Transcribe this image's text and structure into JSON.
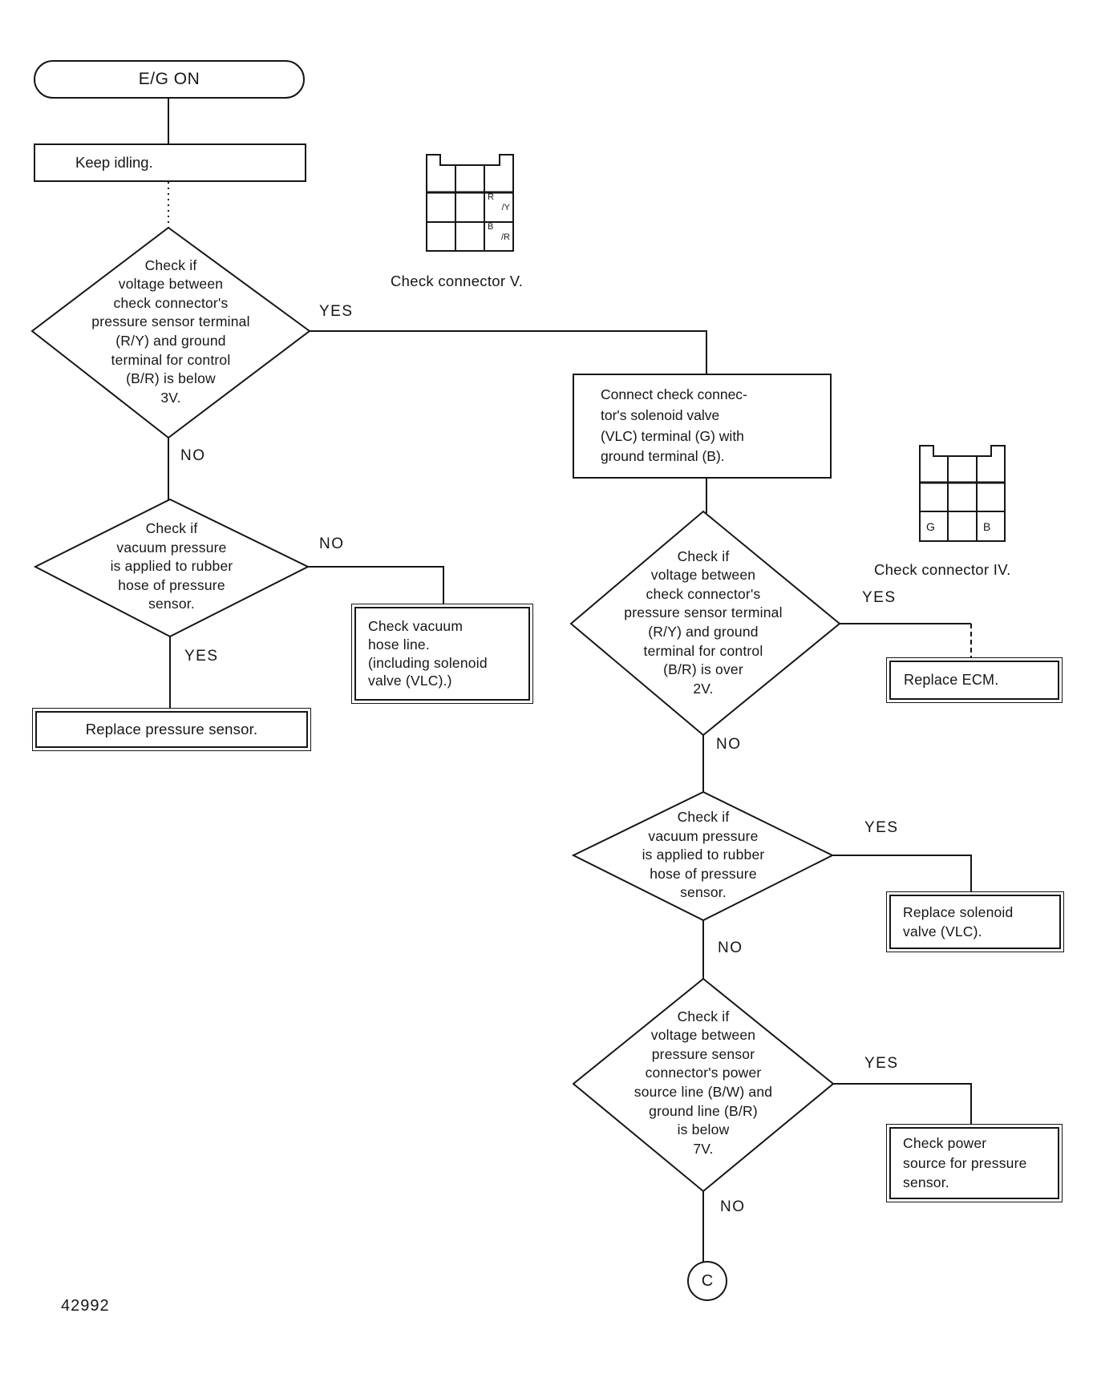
{
  "figure_number": "42992",
  "labels": {
    "yes": "YES",
    "no": "NO"
  },
  "nodes": {
    "start": "E/G ON",
    "keep_idling": "Keep idling.",
    "d_voltage_below_3v": "Check if\nvoltage between\ncheck connector's\npressure sensor terminal\n(R/Y) and ground\nterminal for control\n(B/R) is below\n3V.",
    "d_vacuum_left": "Check if\nvacuum pressure\nis applied to rubber\nhose of pressure\nsensor.",
    "box_check_vacuum_hose": "Check vacuum\nhose line.\n(including solenoid\nvalve (VLC).)",
    "box_replace_pressure_sensor": "Replace pressure sensor.",
    "box_connect_check_connector": "Connect check connec-\ntor's solenoid valve\n(VLC) terminal (G) with\nground terminal (B).",
    "d_voltage_over_2v": "Check if\nvoltage between\ncheck connector's\npressure sensor terminal\n(R/Y) and ground\nterminal for control\n(B/R) is over\n2V.",
    "box_replace_ecm": "Replace ECM.",
    "d_vacuum_right": "Check if\nvacuum pressure\nis applied to rubber\nhose of pressure\nsensor.",
    "box_replace_solenoid": "Replace solenoid\nvalve (VLC).",
    "d_voltage_below_7v": "Check if\nvoltage between\npressure sensor\nconnector's power\nsource line (B/W) and\nground line (B/R)\nis below\n7V.",
    "box_check_power": "Check power\nsource for pressure\nsensor.",
    "offpage_connector": "C"
  },
  "connectors": {
    "v": {
      "caption": "Check connector V.",
      "cells": [
        {
          "a": "R",
          "b": "/Y"
        },
        {
          "a": "B",
          "b": "/R"
        }
      ]
    },
    "iv": {
      "caption": "Check connector IV.",
      "cells": [
        {
          "a": "G"
        },
        {
          "a": "B"
        }
      ]
    }
  }
}
